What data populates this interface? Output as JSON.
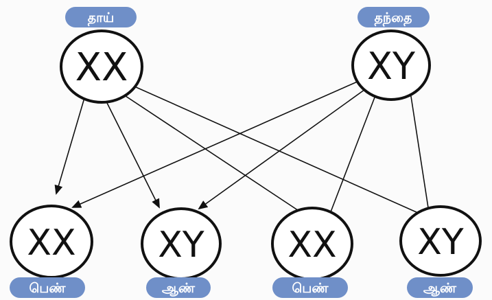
{
  "parents": [
    {
      "id": "mother",
      "label": "தாய்",
      "genotype": "XX"
    },
    {
      "id": "father",
      "label": "தந்தை",
      "genotype": "XY"
    }
  ],
  "children": [
    {
      "id": "child1",
      "label": "பெண்",
      "genotype": "XX"
    },
    {
      "id": "child2",
      "label": "ஆண்",
      "genotype": "XY"
    },
    {
      "id": "child3",
      "label": "பெண்",
      "genotype": "XX"
    },
    {
      "id": "child4",
      "label": "ஆண்",
      "genotype": "XY"
    }
  ],
  "edges": [
    {
      "from": "mother",
      "to": "child1"
    },
    {
      "from": "mother",
      "to": "child2"
    },
    {
      "from": "mother",
      "to": "child3"
    },
    {
      "from": "mother",
      "to": "child4"
    },
    {
      "from": "father",
      "to": "child1"
    },
    {
      "from": "father",
      "to": "child2"
    },
    {
      "from": "father",
      "to": "child3"
    },
    {
      "from": "father",
      "to": "child4"
    }
  ],
  "colors": {
    "pill": "#6f8fc8",
    "circle_stroke": "#111111",
    "arrow": "#111111"
  }
}
